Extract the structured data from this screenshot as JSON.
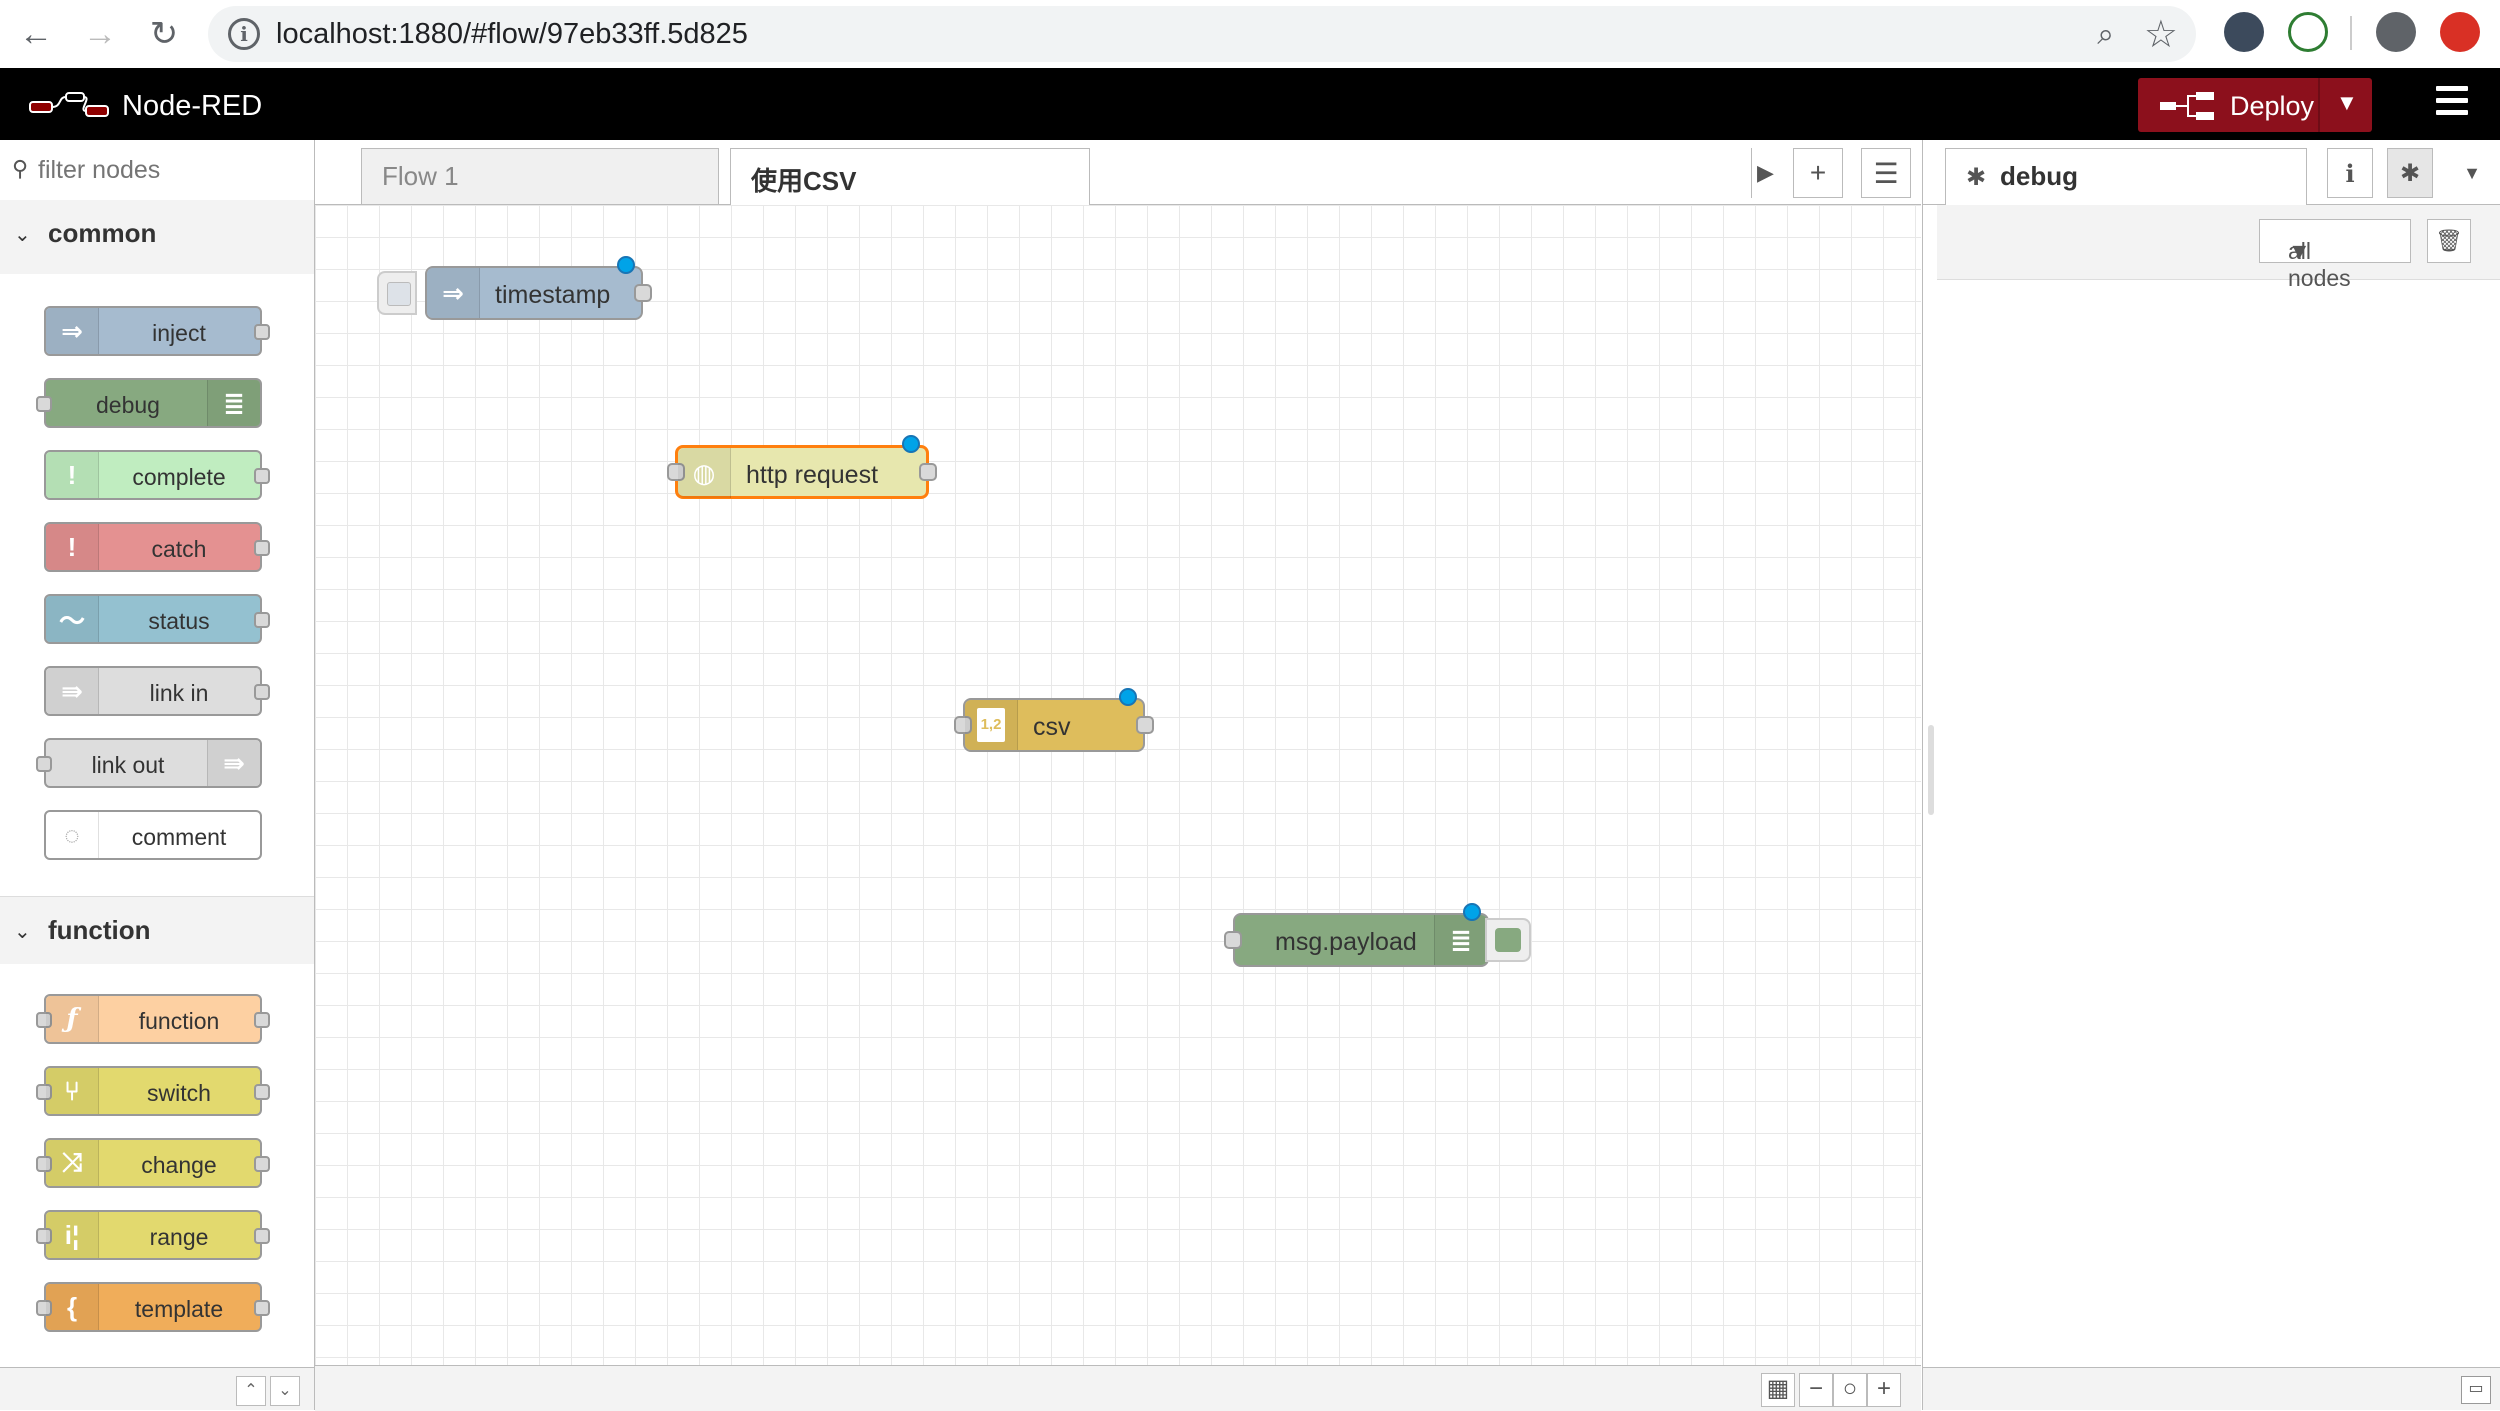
{
  "browser": {
    "url": "localhost:1880/#flow/97eb33ff.5d825",
    "back_icon": "←",
    "forward_icon": "→",
    "reload_icon": "↻",
    "info_icon": "i",
    "zoom_icon": "⌕",
    "star_icon": "☆"
  },
  "header": {
    "title": "Node-RED",
    "deploy_label": "Deploy",
    "deploy_color": "#8c101c"
  },
  "palette": {
    "search_placeholder": "filter nodes",
    "categories": [
      {
        "title": "common",
        "nodes": [
          {
            "label": "inject",
            "color": "#a6bbcf"
          },
          {
            "label": "debug",
            "color": "#87a980"
          },
          {
            "label": "complete",
            "color": "#c0edc0"
          },
          {
            "label": "catch",
            "color": "#e49191"
          },
          {
            "label": "status",
            "color": "#94c1d0"
          },
          {
            "label": "link in",
            "color": "#dddddd"
          },
          {
            "label": "link out",
            "color": "#dddddd"
          },
          {
            "label": "comment",
            "color": "#ffffff"
          }
        ]
      },
      {
        "title": "function",
        "nodes": [
          {
            "label": "function",
            "color": "#fdd0a2"
          },
          {
            "label": "switch",
            "color": "#e2d96e"
          },
          {
            "label": "change",
            "color": "#e2d96e"
          },
          {
            "label": "range",
            "color": "#e2d96e"
          },
          {
            "label": "template",
            "color": "#f0ad5a"
          }
        ]
      }
    ]
  },
  "workspace": {
    "tabs": [
      {
        "label": "Flow 1",
        "active": false
      },
      {
        "label": "使用CSV",
        "active": true
      }
    ],
    "nodes": [
      {
        "label": "timestamp",
        "color": "#a6bbcf"
      },
      {
        "label": "http request",
        "color": "#e7e7ae"
      },
      {
        "label": "csv",
        "color": "#debd5c",
        "icon_text": "1,2"
      },
      {
        "label": "msg.payload",
        "color": "#87a980"
      }
    ]
  },
  "sidebar": {
    "tab_label": "debug",
    "filter_label": "all nodes",
    "info_icon": "i",
    "trash_icon": "🗑"
  }
}
